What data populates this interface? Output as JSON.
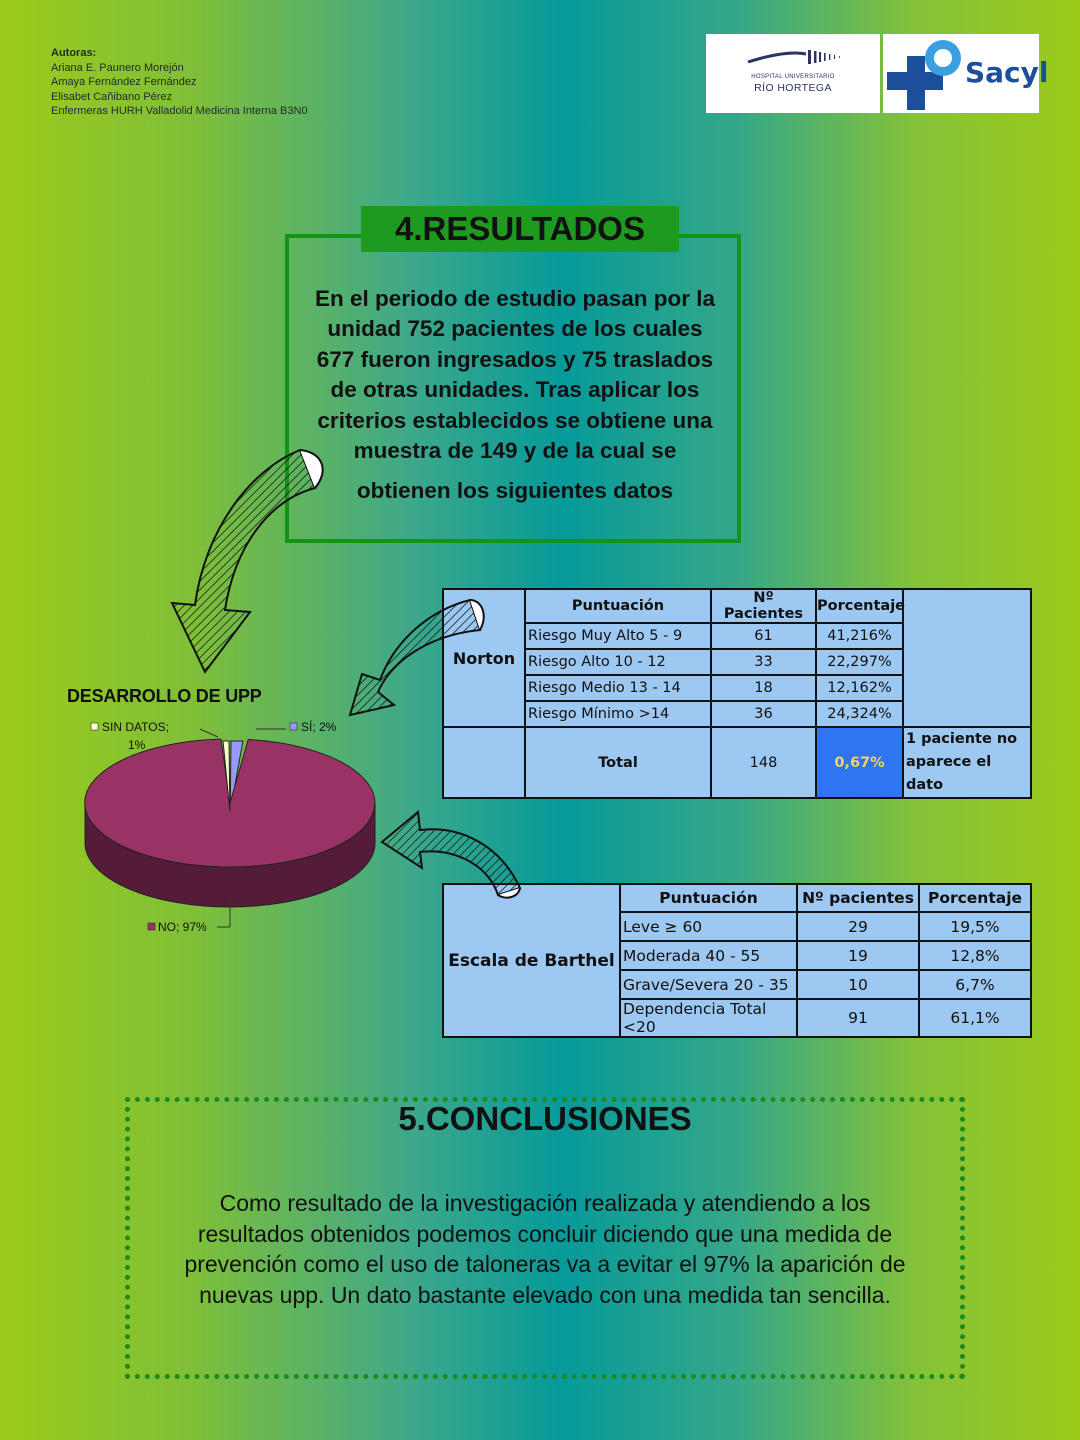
{
  "authors": {
    "heading": "Autoras:",
    "lines": [
      "Ariana E. Paunero Morejón",
      "Amaya Fernández Fernández",
      "Elisabet Cañibano Pérez",
      "Enfermeras HURH Valladolid Medicina Interna B3N0"
    ]
  },
  "logos": {
    "hospital_sub": "HOSPITAL UNIVERSITARIO",
    "hospital_name": "RÍO HORTEGA",
    "sacyl": "Sacyl",
    "sacyl_color": "#1b4f9c"
  },
  "results": {
    "title": "4.RESULTADOS",
    "lines": [
      "En el periodo de estudio pasan por la",
      "unidad 752 pacientes de los cuales",
      "677 fueron ingresados y 75 traslados",
      "de otras unidades. Tras aplicar los",
      "criterios establecidos se obtiene una",
      "muestra de 149 y de la cual se",
      "obtienen los siguientes datos"
    ]
  },
  "chart_data": {
    "type": "pie",
    "title": "DESARROLLO DE UPP",
    "slices": [
      {
        "label": "NO",
        "value": 97,
        "display": "NO; 97%",
        "color": "#993366"
      },
      {
        "label": "SÍ",
        "value": 2,
        "display": "SÍ; 2%",
        "color": "#9999ff"
      },
      {
        "label": "SIN DATOS",
        "value": 1,
        "display_line1": "SIN DATOS;",
        "display_line2": "1%",
        "color": "#ffffcc"
      }
    ]
  },
  "norton": {
    "label": "Norton",
    "headers": [
      "Puntuación",
      "Nº Pacientes",
      "Porcentaje"
    ],
    "rows": [
      [
        "Riesgo Muy  Alto 5 - 9",
        "61",
        "41,216%"
      ],
      [
        "Riesgo Alto 10 - 12",
        "33",
        "22,297%"
      ],
      [
        "Riesgo Medio 13 - 14",
        "18",
        "12,162%"
      ],
      [
        "Riesgo Mínimo >14",
        "36",
        "24,324%"
      ]
    ],
    "total_label": "Total",
    "total_value": "148",
    "missing_pct": "0,67%",
    "note_line1": "1 paciente no",
    "note_line2": "aparece el dato"
  },
  "barthel": {
    "label": "Escala de Barthel",
    "headers": [
      "Puntuación",
      "Nº pacientes",
      "Porcentaje"
    ],
    "rows": [
      [
        "Leve ≥ 60",
        "29",
        "19,5%"
      ],
      [
        "Moderada 40 - 55",
        "19",
        "12,8%"
      ],
      [
        "Grave/Severa 20 - 35",
        "10",
        "6,7%"
      ],
      [
        "Dependencia Total <20",
        "91",
        "61,1%"
      ]
    ]
  },
  "conclusions": {
    "title": "5.CONCLUSIONES",
    "lines": [
      "Como resultado de la investigación realizada y atendiendo a los",
      "resultados obtenidos podemos concluir diciendo que una medida de",
      "prevención como el uso de taloneras va a evitar el 97% la aparición de",
      "nuevas upp. Un dato bastante elevado con una medida tan sencilla."
    ]
  }
}
